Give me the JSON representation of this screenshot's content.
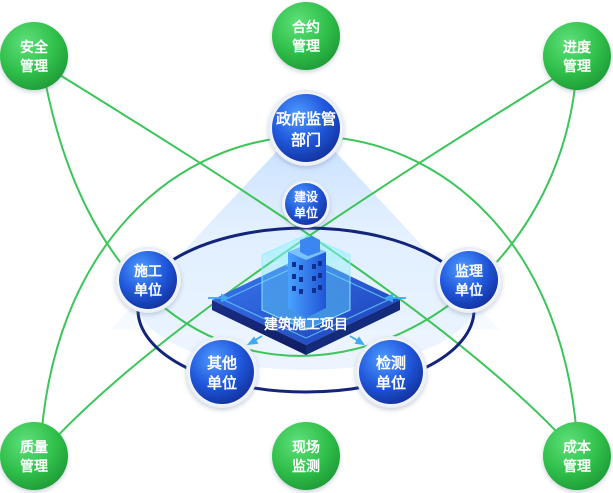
{
  "center": {
    "label": "建筑施工项目"
  },
  "government": {
    "line1": "政府监管",
    "line2": "部门"
  },
  "inner_nodes": {
    "construction_unit": {
      "line1": "建设",
      "line2": "单位"
    },
    "contractor": {
      "line1": "施工",
      "line2": "单位"
    },
    "supervisor": {
      "line1": "监理",
      "line2": "单位"
    },
    "other": {
      "line1": "其他",
      "line2": "单位"
    },
    "inspection": {
      "line1": "检测",
      "line2": "单位"
    }
  },
  "outer_nodes": {
    "safety": {
      "line1": "安全",
      "line2": "管理"
    },
    "contract": {
      "line1": "合约",
      "line2": "管理"
    },
    "progress": {
      "line1": "进度",
      "line2": "管理"
    },
    "quality": {
      "line1": "质量",
      "line2": "管理"
    },
    "site": {
      "line1": "现场",
      "line2": "监测"
    },
    "cost": {
      "line1": "成本",
      "line2": "管理"
    }
  },
  "colors": {
    "green": "#2fbf4a",
    "green_line": "#3cc55a",
    "blue_dark": "#1740b8",
    "blue_mid": "#2f6fe8",
    "ellipse": "#12257a",
    "cone": "#cfe4ff"
  }
}
